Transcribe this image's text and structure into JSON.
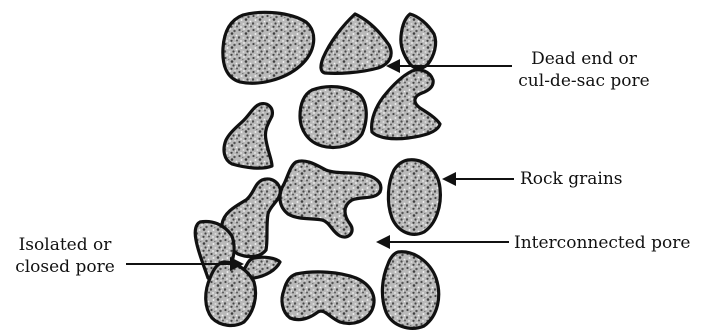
{
  "diagram": {
    "labels": {
      "dead_end": {
        "line1": "Dead end or",
        "line2": "cul-de-sac pore"
      },
      "rock_grains": "Rock grains",
      "interconnected": "Interconnected pore",
      "isolated": {
        "line1": "Isolated or",
        "line2": "closed pore"
      }
    },
    "colors": {
      "outline": "#111111",
      "grain_fill": "#b8b8b8",
      "speckle_dark": "#4a4a4a",
      "speckle_light": "#f2f2f2",
      "background": "#ffffff"
    }
  }
}
